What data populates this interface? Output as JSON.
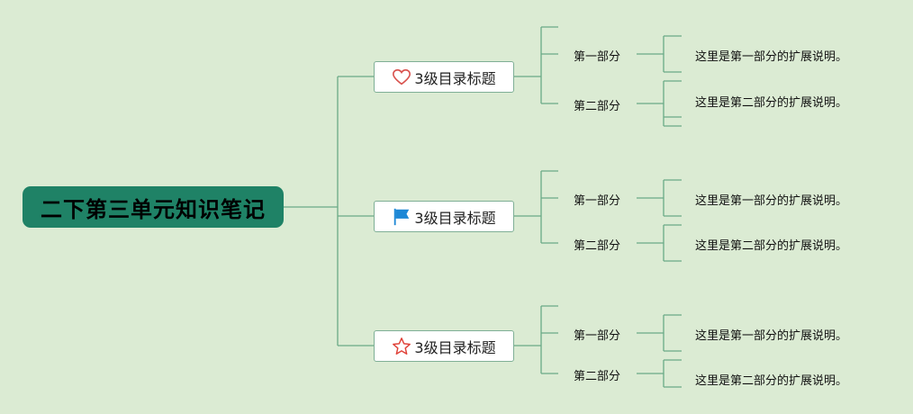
{
  "root": {
    "title": "二下第三单元知识笔记"
  },
  "branches": [
    {
      "icon": "heart-icon",
      "title": "3级目录标题",
      "parts": [
        {
          "label": "第一部分",
          "desc": "这里是第一部分的扩展说明。"
        },
        {
          "label": "第二部分",
          "desc": "这里是第二部分的扩展说明。"
        }
      ]
    },
    {
      "icon": "flag-icon",
      "title": "3级目录标题",
      "parts": [
        {
          "label": "第一部分",
          "desc": "这里是第一部分的扩展说明。"
        },
        {
          "label": "第二部分",
          "desc": "这里是第二部分的扩展说明。"
        }
      ]
    },
    {
      "icon": "star-icon",
      "title": "3级目录标题",
      "parts": [
        {
          "label": "第一部分",
          "desc": "这里是第一部分的扩展说明。"
        },
        {
          "label": "第二部分",
          "desc": "这里是第二部分的扩展说明。"
        }
      ]
    }
  ],
  "colors": {
    "background": "#dbebd3",
    "root_fill": "#1f8266",
    "line": "#6aaa86",
    "heart": "#d9534f",
    "flag": "#1e88d6",
    "star": "#e0433a"
  }
}
